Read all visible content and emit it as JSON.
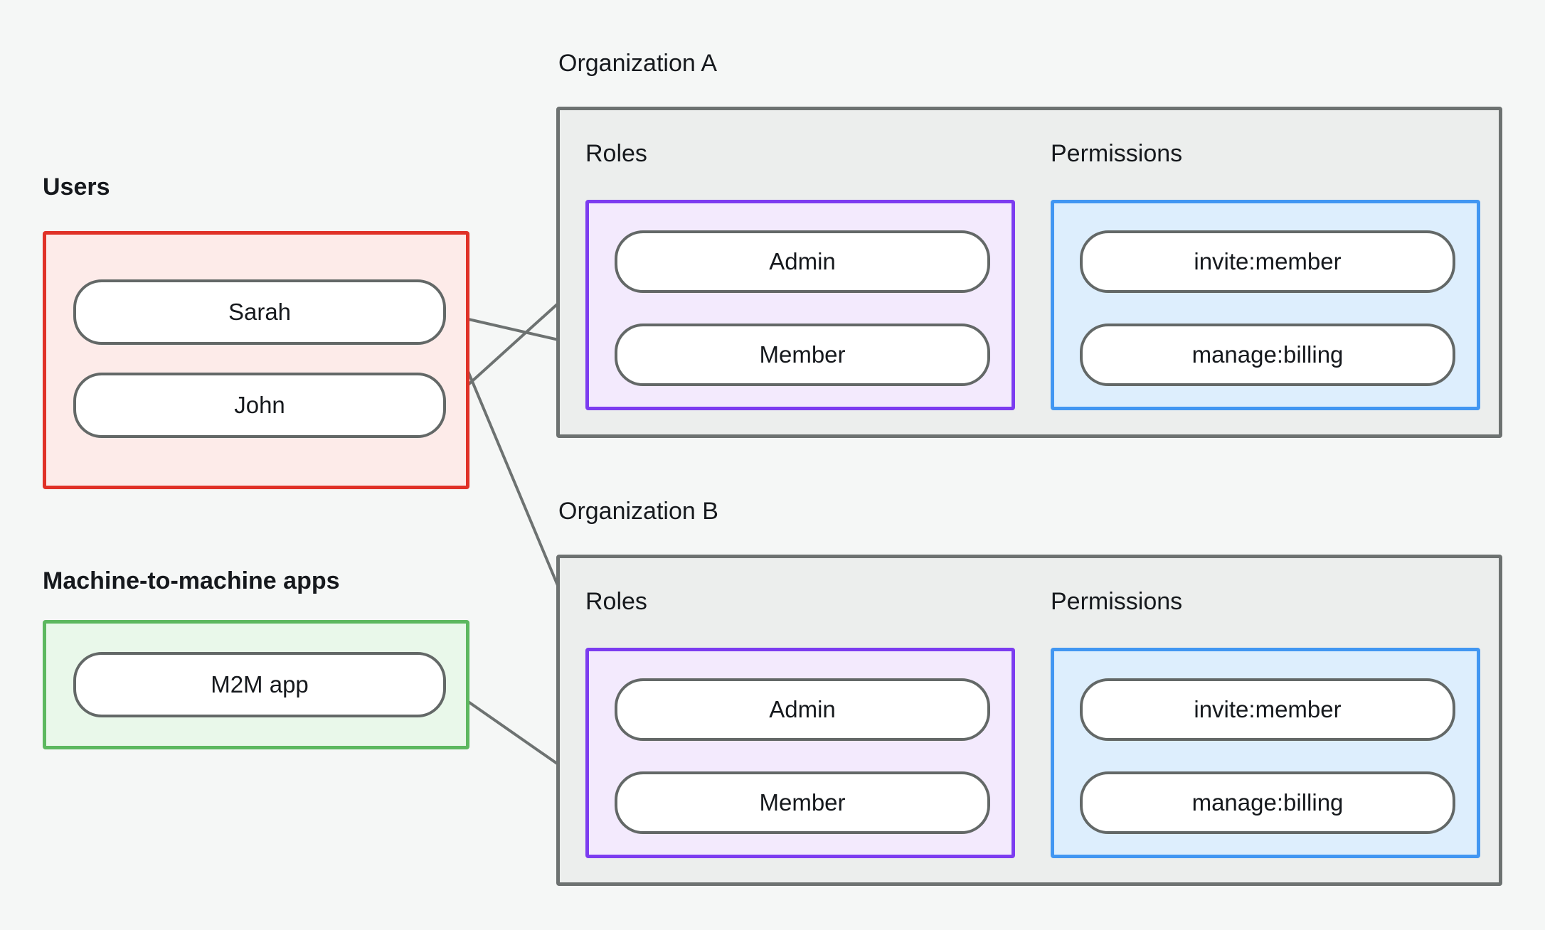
{
  "diagram": {
    "title_hidden": "",
    "background_color": "#f5f7f6",
    "groups": {
      "users": {
        "caption": "Users",
        "border_color": "#e03127",
        "fill_color": "#fdebe9",
        "nodes": [
          {
            "label": "Sarah"
          },
          {
            "label": "John"
          }
        ]
      },
      "m2m": {
        "caption": "Machine-to-machine apps",
        "border_color": "#5cb85f",
        "fill_color": "#e9f8ea",
        "nodes": [
          {
            "label": "M2M app"
          }
        ]
      },
      "org_a": {
        "caption": "Organization A",
        "border_color": "#6d7271",
        "fill_color": "#eceeed",
        "roles_label": "Roles",
        "permissions_label": "Permissions",
        "roles_border_color": "#7c3cf0",
        "roles_fill_color": "#f3eafd",
        "permissions_border_color": "#4196f2",
        "permissions_fill_color": "#ddeefd",
        "roles": [
          {
            "label": "Admin"
          },
          {
            "label": "Member"
          }
        ],
        "permissions": [
          {
            "label": "invite:member"
          },
          {
            "label": "manage:billing"
          }
        ]
      },
      "org_b": {
        "caption": "Organization B",
        "border_color": "#6d7271",
        "fill_color": "#eceeed",
        "roles_label": "Roles",
        "permissions_label": "Permissions",
        "roles_border_color": "#7c3cf0",
        "roles_fill_color": "#f3eafd",
        "permissions_border_color": "#4196f2",
        "permissions_fill_color": "#ddeefd",
        "roles": [
          {
            "label": "Admin"
          },
          {
            "label": "Member"
          }
        ],
        "permissions": [
          {
            "label": "invite:member"
          },
          {
            "label": "manage:billing"
          }
        ]
      }
    },
    "edge_color": "#6d7271",
    "edge_dot_color": "#7d8281",
    "edges": [
      {
        "from": "sarah",
        "to": "org_a_member"
      },
      {
        "from": "sarah",
        "to": "org_b_admin"
      },
      {
        "from": "john",
        "to": "org_a_admin"
      },
      {
        "from": "m2m_app",
        "to": "org_b_member"
      },
      {
        "from": "org_a_admin",
        "to": "org_a_invite_member"
      },
      {
        "from": "org_a_admin",
        "to": "org_a_manage_billing"
      },
      {
        "from": "org_a_member",
        "to": "org_a_manage_billing"
      },
      {
        "from": "org_b_admin",
        "to": "org_b_invite_member"
      },
      {
        "from": "org_b_admin",
        "to": "org_b_manage_billing"
      },
      {
        "from": "org_b_member",
        "to": "org_b_manage_billing"
      }
    ]
  }
}
